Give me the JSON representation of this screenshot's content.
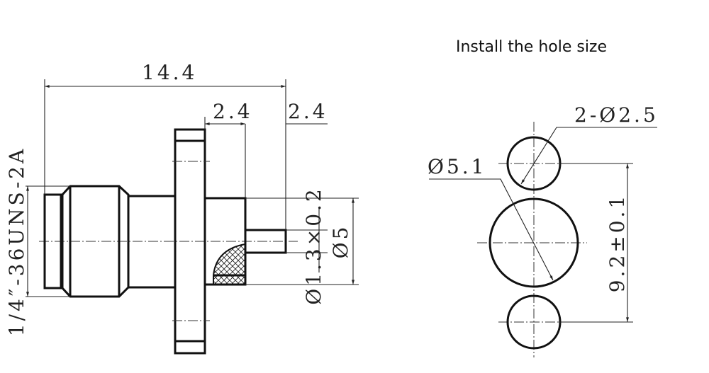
{
  "title": "Install the hole size",
  "connector_view": {
    "overall_length": "14.4",
    "flange_to_body": "2.4",
    "pin_length": "2.4",
    "thread_spec": "1/4″-36UNS-2A",
    "pin_spec": "Ø1.3×0.2",
    "body_diameter": "Ø5"
  },
  "hole_view": {
    "small_holes": "2-Ø2.5",
    "center_hole": "Ø5.1",
    "hole_spacing": "9.2±0.1"
  }
}
